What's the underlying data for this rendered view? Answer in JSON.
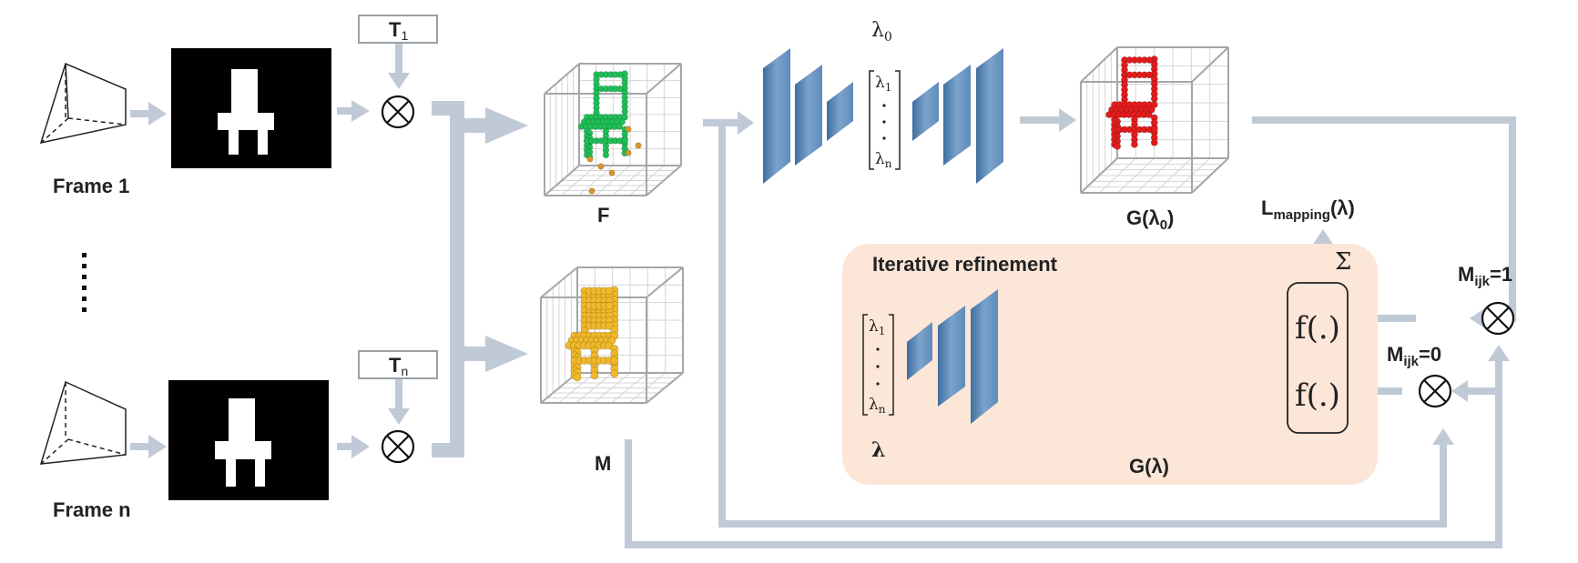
{
  "labels": {
    "frame_1": "Frame 1",
    "frame_n": "Frame n",
    "t1": "T",
    "t1_sub": "1",
    "tn": "T",
    "tn_sub": "n",
    "f": "F",
    "m": "M",
    "lambda0": "λ",
    "lambda0_sub": "0",
    "vec_top": "λ",
    "vec_top_sub": "1",
    "vec_bot": "λ",
    "vec_bot_sub": "n",
    "g_lambda0": "G(λ",
    "g_lambda0_sub": "0",
    "g_lambda0_close": ")",
    "l_mapping_main": "L",
    "l_mapping_sub": "mapping",
    "l_mapping_tail": "(λ)",
    "sigma": "Σ",
    "iterative_refinement": "Iterative refinement",
    "lambda": "λ",
    "g_lambda": "G(λ)",
    "f_func": "f(.)",
    "m_ijk_1_main": "M",
    "m_ijk_1_sub": "ijk",
    "m_ijk_1_tail": "=1",
    "m_ijk_0_main": "M",
    "m_ijk_0_sub": "ijk",
    "m_ijk_0_tail": "=0",
    "otimes": "⊗"
  },
  "colors": {
    "arrow": "#c0cad7",
    "encoder": "#6a94c1",
    "green_voxel": "#1fbf57",
    "orange_voxel": "#d9962a",
    "yellow_voxel": "#f0b82a",
    "red_voxel": "#e21c1c",
    "blue_voxel": "#58b6ef",
    "refine_bg": "#fbe6d8"
  }
}
